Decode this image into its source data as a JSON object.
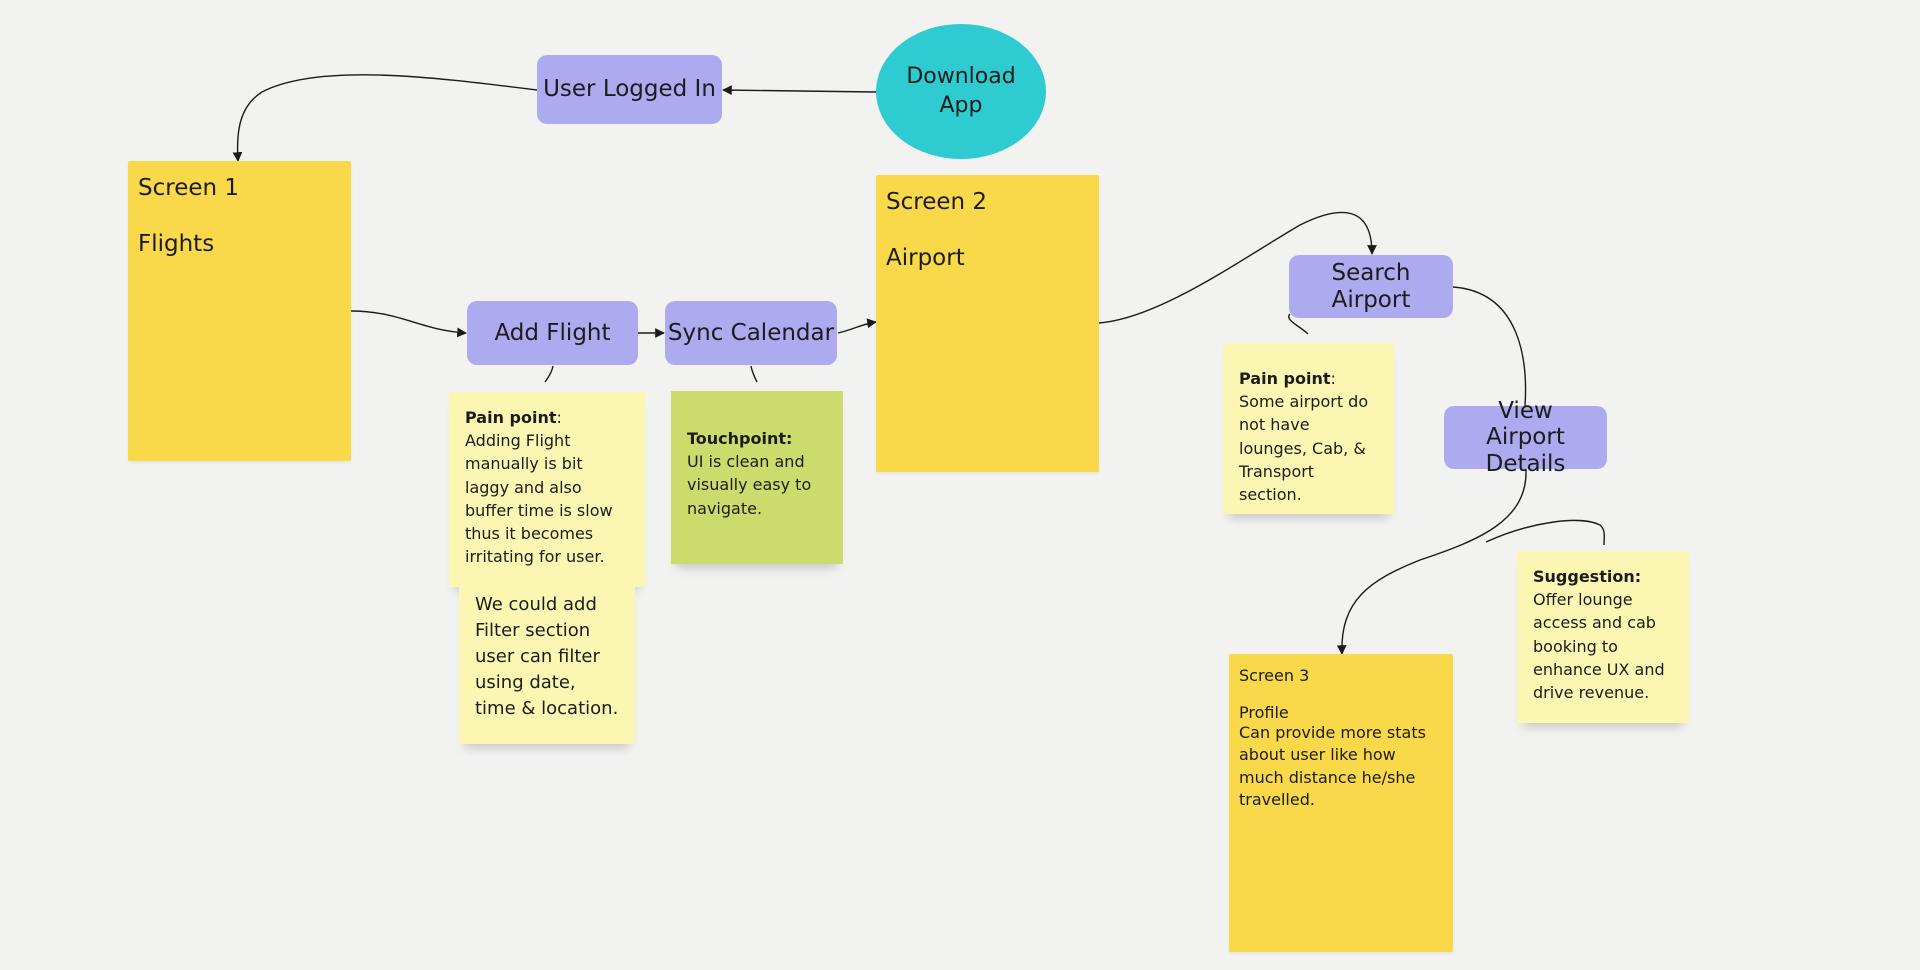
{
  "nodes": {
    "download_app": "Download App",
    "user_logged_in": "User Logged In",
    "add_flight": "Add Flight",
    "sync_calendar": "Sync Calendar",
    "search_airport": "Search Airport",
    "view_airport_details": "View Airport Details"
  },
  "screens": {
    "screen1": {
      "title": "Screen 1",
      "subtitle": "Flights"
    },
    "screen2": {
      "title": "Screen 2",
      "subtitle": "Airport"
    },
    "screen3": {
      "title": "Screen 3",
      "subtitle": "Profile",
      "description": "Can provide more stats about user like how much distance he/she travelled."
    }
  },
  "notes": {
    "add_flight_pain": {
      "label": "Pain point",
      "text": "Adding Flight manually is bit laggy and also buffer time is slow thus it becomes irritating for user."
    },
    "add_flight_idea": {
      "text": "We could add Filter section user can filter using date, time & location."
    },
    "sync_touchpoint": {
      "label": "Touchpoint:",
      "text": "UI is clean and visually easy to navigate."
    },
    "airport_pain": {
      "label": "Pain point",
      "text": "Some airport do not have lounges, Cab, & Transport section."
    },
    "suggestion": {
      "label": "Suggestion:",
      "text": "Offer lounge access and cab booking to enhance UX and drive revenue."
    }
  },
  "colors": {
    "pill": "#aeaaef",
    "ellipse": "#2ecbd0",
    "screen": "#f9d84a",
    "sticky_yellow": "#fbf7b3",
    "sticky_green": "#cbdb6c",
    "canvas": "#f2f2f0"
  }
}
